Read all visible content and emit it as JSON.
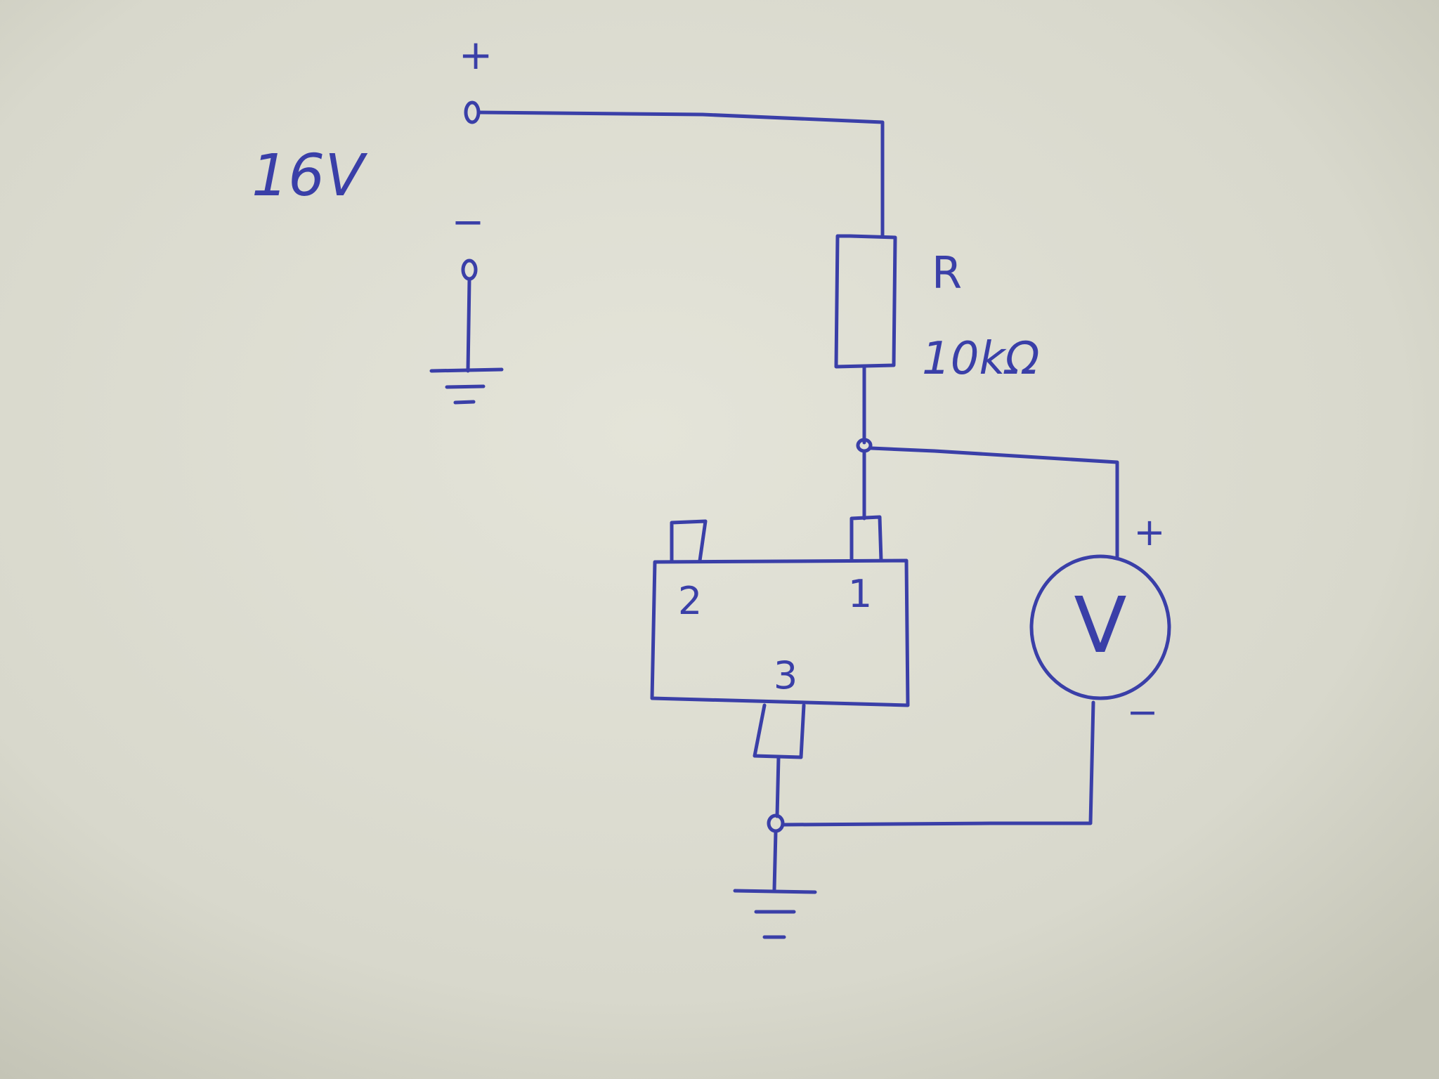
{
  "source": {
    "plus_sign": "+",
    "voltage_label": "16V",
    "minus_sign": "−"
  },
  "resistor": {
    "name": "R",
    "value": "10kΩ"
  },
  "component": {
    "pin1": "1",
    "pin2": "2",
    "pin3": "3"
  },
  "voltmeter": {
    "symbol": "V",
    "plus_sign": "+",
    "minus_sign": "−"
  },
  "colors": {
    "ink": "#3a3fa8",
    "paper": "#dcdcd0"
  }
}
